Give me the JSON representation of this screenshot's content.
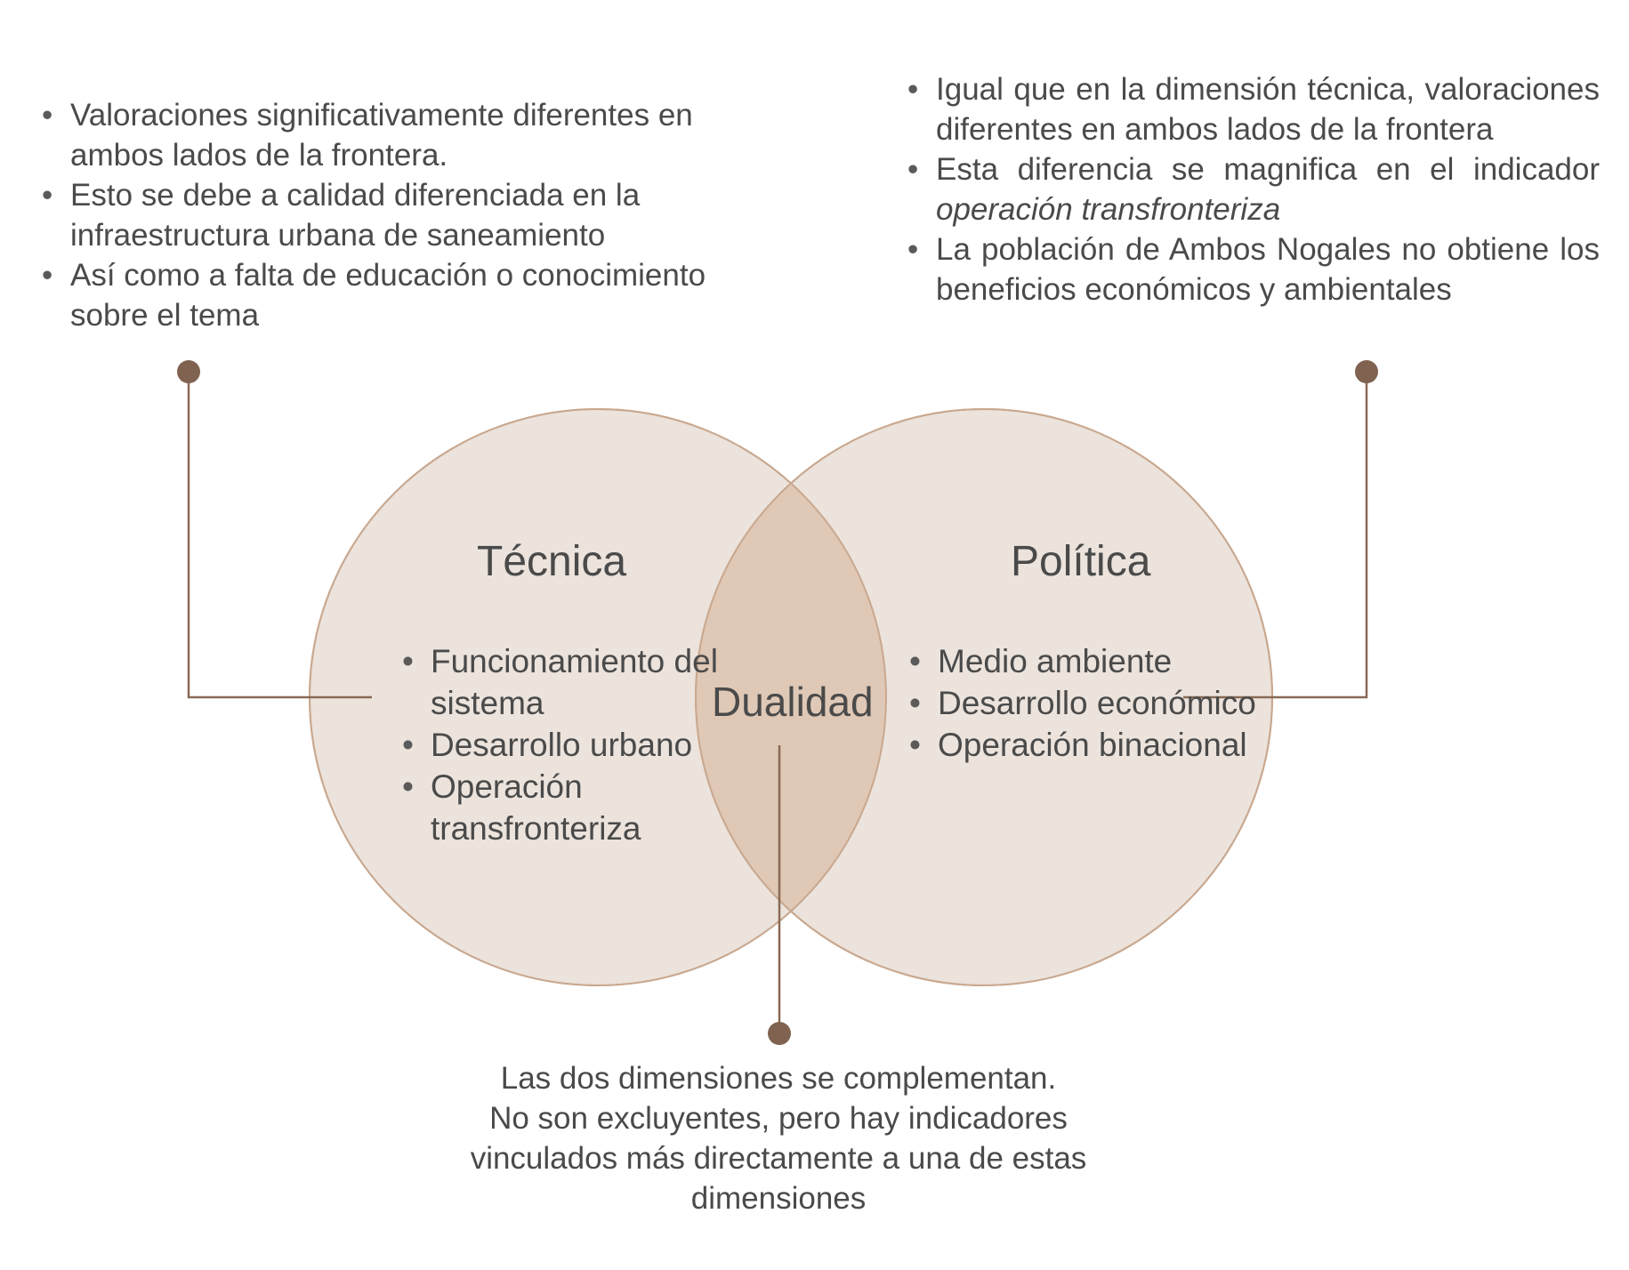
{
  "diagram": {
    "left_circle": {
      "title": "Técnica",
      "items": [
        "Funcionamiento del sistema",
        "Desarrollo urbano",
        "Operación transfronteriza"
      ]
    },
    "right_circle": {
      "title": "Política",
      "items": [
        "Medio ambiente",
        "Desarrollo económico",
        "Operación binacional"
      ]
    },
    "intersection": {
      "title": "Dualidad"
    }
  },
  "left_annotation": {
    "items": [
      "Valoraciones significativamente diferentes en ambos lados de la frontera.",
      "Esto se debe a calidad diferenciada en la infraestructura urbana de saneamiento",
      "Así como a falta de educación o conocimiento sobre el tema"
    ]
  },
  "right_annotation": {
    "item_1": "Igual que en la dimensión técnica, valoraciones diferentes en ambos lados de la frontera",
    "item_2_prefix": "Esta diferencia se magnifica en el indicador",
    "item_2_emphasis": "operación transfronteriza",
    "item_3": "La población de Ambos Nogales no obtiene los beneficios económicos y ambientales"
  },
  "bottom_note": {
    "lines": [
      "Las dos dimensiones se complementan.",
      "No son excluyentes, pero hay indicadores vinculados más directamente a una de estas dimensiones"
    ]
  },
  "colors": {
    "circle_fill": "#ebe3dc",
    "circle_stroke": "#c9a88f",
    "overlap_fill": "#dfc8b6",
    "connector": "#8a6a55",
    "dot": "#7f6250",
    "text": "#4a4a4a"
  }
}
